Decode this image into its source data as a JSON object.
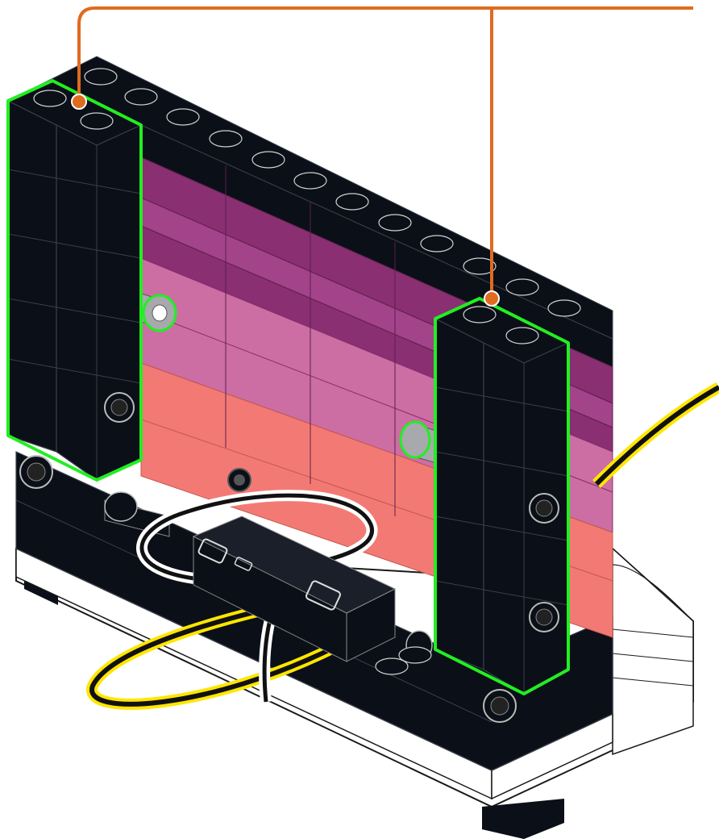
{
  "illustration": {
    "subject": "brick-wall-assembly-step",
    "colors": {
      "brick_black": "#0b0f17",
      "brick_outline": "#3a3f4a",
      "magenta_dark": "#8a2f72",
      "magenta_mid": "#a3438a",
      "pink": "#cc6ea3",
      "salmon": "#f37a74",
      "highlight_green": "#22ee22",
      "callout_orange": "#e06b1f",
      "pin_grey": "#a7a9ad",
      "cable_yellow": "#ffe600",
      "cable_black": "#111111",
      "base_white": "#ffffff"
    },
    "highlighted_parts": [
      "left-pillar",
      "right-pillar"
    ],
    "callout_targets": 2
  }
}
